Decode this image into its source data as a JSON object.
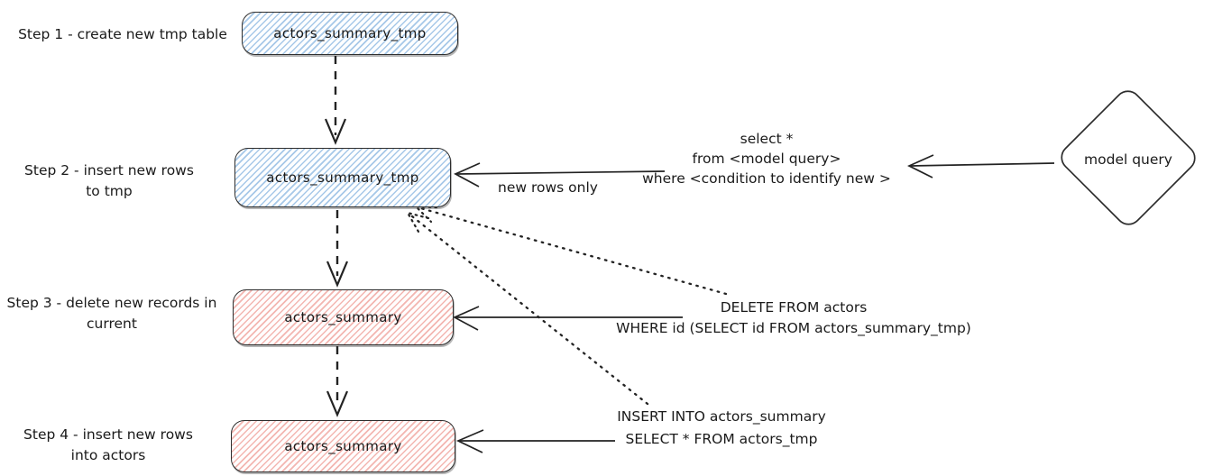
{
  "colors": {
    "blue-hatch": "rgba(96,156,214,0.55)",
    "red-hatch": "rgba(231,112,102,0.50)",
    "stroke": "#232323"
  },
  "steps": [
    {
      "label": "Step 1 - create new tmp table",
      "node": "actors_summary_tmp"
    },
    {
      "label": "Step 2 - insert new rows\nto tmp",
      "node": "actors_summary_tmp"
    },
    {
      "label": "Step 3 - delete new records in\ncurrent",
      "node": "actors_summary"
    },
    {
      "label": "Step 4 - insert new rows\ninto actors",
      "node": "actors_summary"
    }
  ],
  "annotations": {
    "model_query_sql": "select *\nfrom <model query>\nwhere <condition to identify new >",
    "new_rows_only": "new rows only",
    "delete_sql": "DELETE FROM actors\nWHERE id (SELECT id FROM actors_summary_tmp)",
    "insert_sql": "INSERT INTO actors_summary\nSELECT * FROM actors_tmp",
    "model_query_node": "model query"
  }
}
